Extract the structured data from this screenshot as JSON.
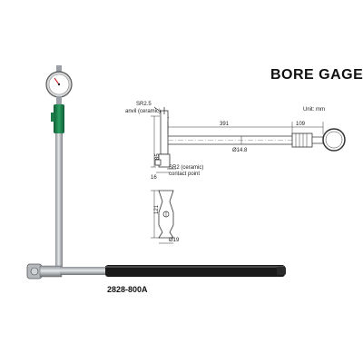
{
  "title": "BORE GAGES",
  "model": "2828-800A",
  "unit_label": "Unit: mm",
  "dimensions": {
    "anvil_radius": "SR2.5",
    "anvil_note": "anvil (ceramic)",
    "length_main": "391",
    "length_right": "109",
    "shaft_diameter": "Ø14.8",
    "height_left": "85",
    "offset_small": "16",
    "contact_radius": "SR2 (ceramic)",
    "contact_note": "contact point",
    "handle_length": "121",
    "handle_diameter": "Ø19"
  },
  "colors": {
    "holder_green": "#1e7a4a",
    "shaft_gray": "#b9bcc0",
    "grip_black": "#1a1a1a",
    "line": "#333333"
  }
}
